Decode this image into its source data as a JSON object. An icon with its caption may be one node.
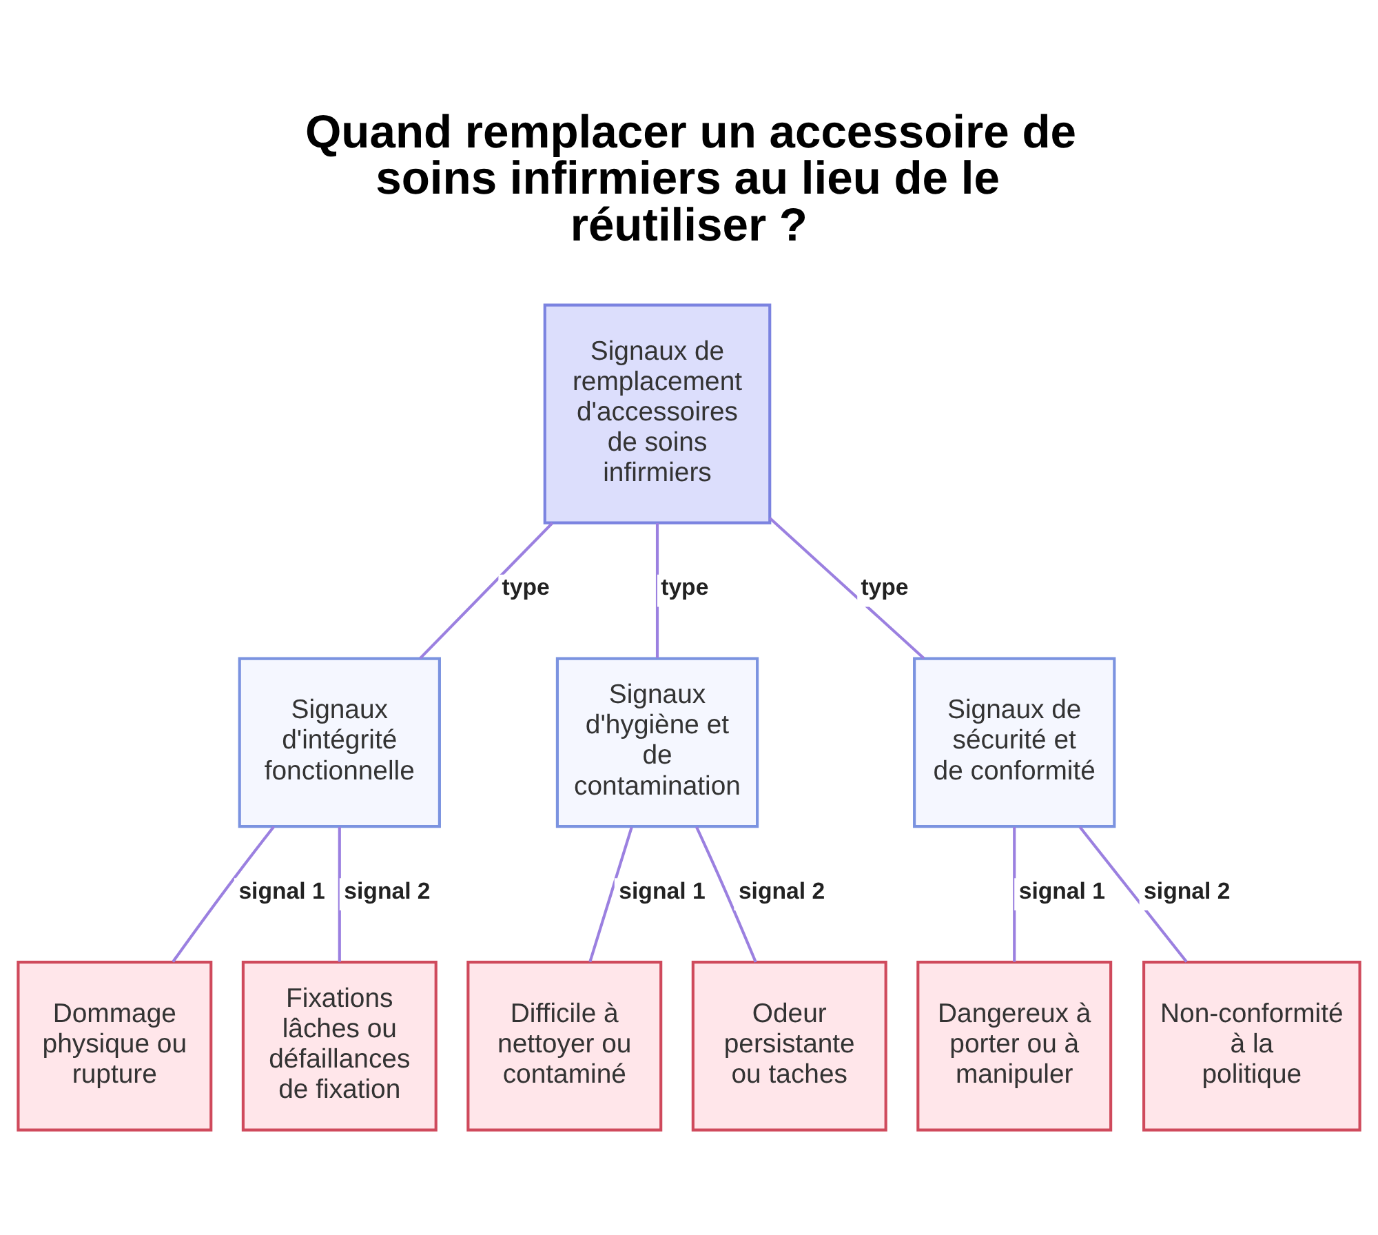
{
  "diagram": {
    "title": "Quand remplacer un accessoire de soins infirmiers au lieu de le réutiliser ?",
    "nodes": [
      {
        "text": [
          "Signaux de remplacement d'accessoires de soins infirmiers"
        ]
      },
      {
        "text": [
          "Signaux d'intégrité fonctionnelle"
        ]
      },
      {
        "text": [
          "Signaux d'hygiène et de contamination"
        ]
      },
      {
        "text": [
          "Signaux de sécurité et de conformité"
        ]
      },
      {
        "text": [
          "Dommage physique ou rupture"
        ]
      },
      {
        "text": [
          "Fixations lâches ou défaillances de fixation"
        ]
      },
      {
        "text": [
          "Difficile à nettoyer ou contaminé"
        ]
      },
      {
        "text": [
          "Odeur persistante ou taches"
        ]
      },
      {
        "text": [
          "Dangereux à porter ou à manipuler"
        ]
      },
      {
        "text": [
          "Non-conformité à la politique"
        ]
      }
    ],
    "edges": [
      {
        "from": 0,
        "to": 1,
        "arrow": "none",
        "label": "type"
      },
      {
        "from": 0,
        "to": 2,
        "arrow": "none",
        "label": "type"
      },
      {
        "from": 0,
        "to": 3,
        "arrow": "none",
        "label": "type"
      },
      {
        "from": 1,
        "to": 4,
        "arrow": "none",
        "label": "signal 1"
      },
      {
        "from": 1,
        "to": 5,
        "arrow": "none",
        "label": "signal 2"
      },
      {
        "from": 2,
        "to": 6,
        "arrow": "none",
        "label": "signal 1"
      },
      {
        "from": 2,
        "to": 7,
        "arrow": "none",
        "label": "signal 2"
      },
      {
        "from": 3,
        "to": 8,
        "arrow": "none",
        "label": "signal 1"
      },
      {
        "from": 3,
        "to": 9,
        "arrow": "none",
        "label": "signal 2"
      }
    ]
  }
}
